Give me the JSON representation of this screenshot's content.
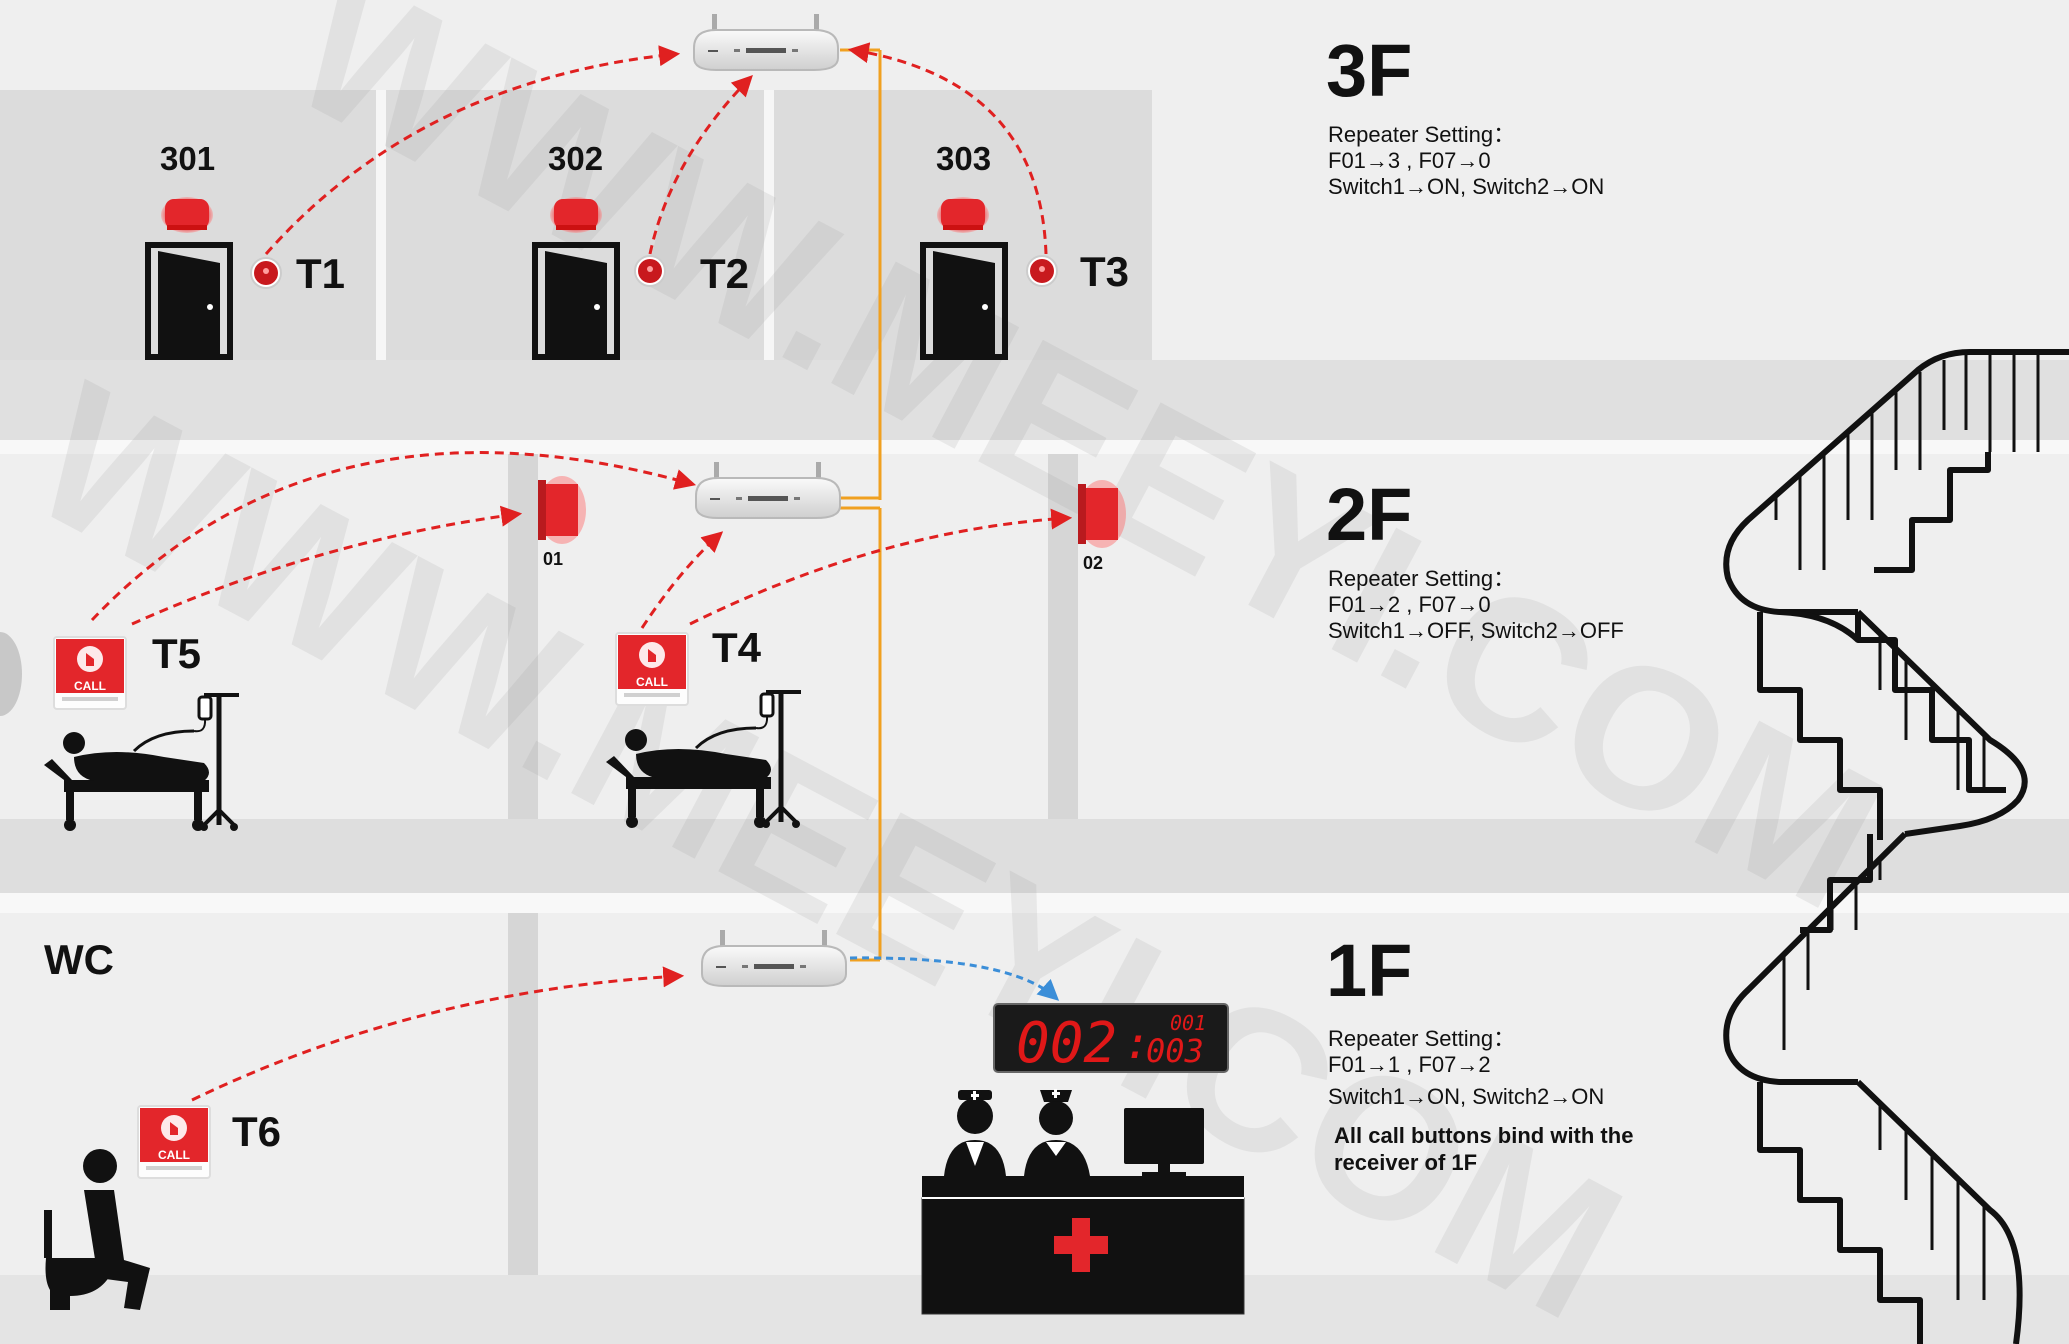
{
  "floors": [
    {
      "name": "3F",
      "setting_title": "Repeater Setting：",
      "setting_lines": [
        "F01→3 , F07→0",
        "Switch1→ON, Switch2→ON"
      ]
    },
    {
      "name": "2F",
      "setting_title": "Repeater Setting：",
      "setting_lines": [
        "F01→2 , F07→0",
        "Switch1→OFF, Switch2→OFF"
      ]
    },
    {
      "name": "1F",
      "setting_title": "Repeater Setting：",
      "setting_lines": [
        "F01→1 , F07→2",
        "Switch1→ON, Switch2→ON"
      ],
      "note_lines": [
        "All call buttons bind with the",
        "receiver of 1F"
      ]
    }
  ],
  "rooms": [
    "301",
    "302",
    "303"
  ],
  "transmitters": [
    "T1",
    "T2",
    "T3",
    "T4",
    "T5",
    "T6"
  ],
  "corridor_lights": [
    "01",
    "02"
  ],
  "wc_label": "WC",
  "call_label": "CALL",
  "display": {
    "main": "002",
    "sub_top": "001",
    "sub_bottom": "003"
  },
  "watermark": "WWW.MEEYI.COM",
  "colors": {
    "signal": "#e02020",
    "wired": "#f0a020",
    "display_link": "#3b8ed8",
    "alert": "#e3262b"
  }
}
